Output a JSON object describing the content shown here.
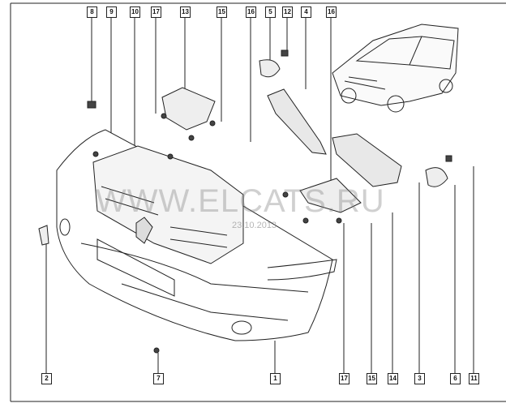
{
  "watermark": "WWW.ELCATS.RU",
  "date": "23.10.2013",
  "top_callouts": [
    "8",
    "9",
    "10",
    "17",
    "13",
    "15",
    "16",
    "5",
    "12",
    "4",
    "16"
  ],
  "bottom_callouts": [
    "2",
    "7",
    "1",
    "17",
    "15",
    "14",
    "3",
    "6",
    "11"
  ]
}
